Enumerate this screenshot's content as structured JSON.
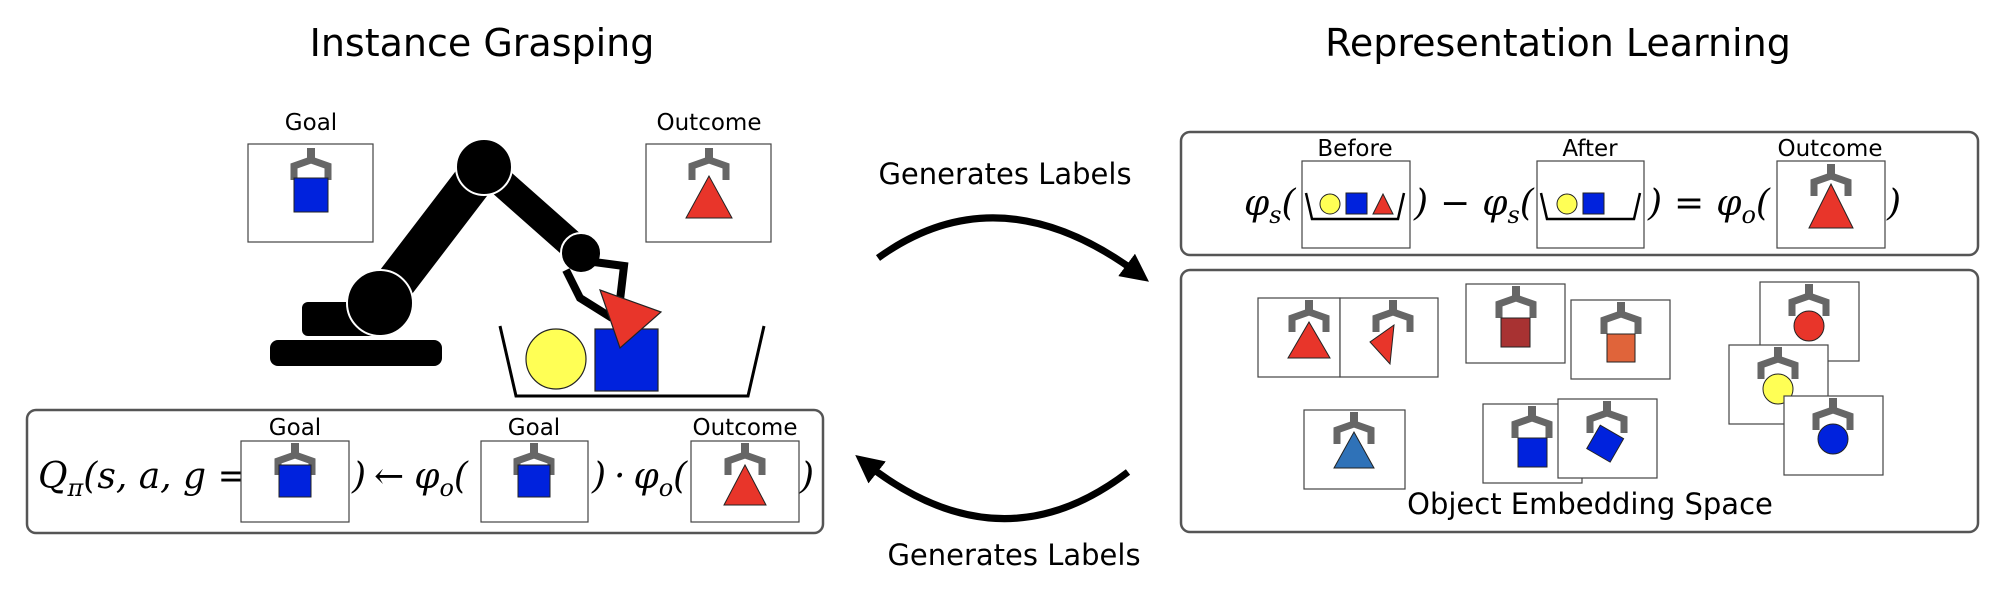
{
  "titles": {
    "left": "Instance Grasping",
    "right": "Representation Learning"
  },
  "arrows": {
    "top_label": "Generates Labels",
    "bottom_label": "Generates Labels"
  },
  "grasping": {
    "goal_label": "Goal",
    "outcome_label": "Outcome"
  },
  "q_equation": {
    "lhs": "Q",
    "sub": "π",
    "args": "(s, a, g =",
    "close1": ")",
    "arrow": "←",
    "phi": "φ",
    "phi_sub": "o",
    "open_paren": "(",
    "close2": ")",
    "dot": "·",
    "close3": ")",
    "goal_label_1": "Goal",
    "goal_label_2": "Goal",
    "outcome_label": "Outcome"
  },
  "phi_equation": {
    "phi": "φ",
    "sub_s": "s",
    "sub_o": "o",
    "open_paren": "(",
    "close_paren": ")",
    "minus": "−",
    "equals": "=",
    "before_label": "Before",
    "after_label": "After",
    "outcome_label": "Outcome"
  },
  "embedding": {
    "caption": "Object Embedding Space"
  },
  "colors": {
    "blue": "#0022dd",
    "red": "#e8352a",
    "yellow": "#ffff55",
    "dark_red": "#a83232",
    "orange": "#e0643a",
    "steel_blue": "#2f72b8",
    "gripper": "#666666",
    "robot": "#000000",
    "frame": "#555555"
  }
}
